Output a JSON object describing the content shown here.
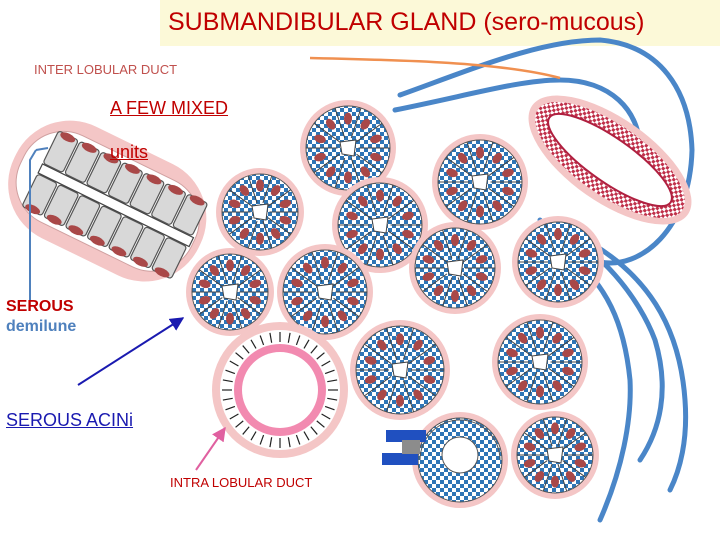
{
  "title": "SUBMANDIBULAR GLAND (sero-mucous)",
  "labels": {
    "inter_lobular_duct": "INTER LOBULAR DUCT",
    "mixed_line1": "A FEW MIXED",
    "mixed_line2": "units",
    "serous_demilune_line1": "SEROUS",
    "serous_demilune_line2": "demilune",
    "serous_acini": "SEROUS ACINi",
    "intra_lobular_duct": "INTRA LOBULAR DUCT"
  },
  "colors": {
    "title": "#c00000",
    "title_bg": "#fcf9d8",
    "serous_checker": "#2e75b6",
    "connective_tissue": "#f4c6c6",
    "nucleus": "#a94848",
    "duct_stripe": "#e06080",
    "vessel": "#4a86c8",
    "inter_duct_line": "#f09050",
    "arrow_navy": "#1a1ab0",
    "arrow_pink": "#e060a0",
    "demilune_line": "#4f81bd"
  }
}
